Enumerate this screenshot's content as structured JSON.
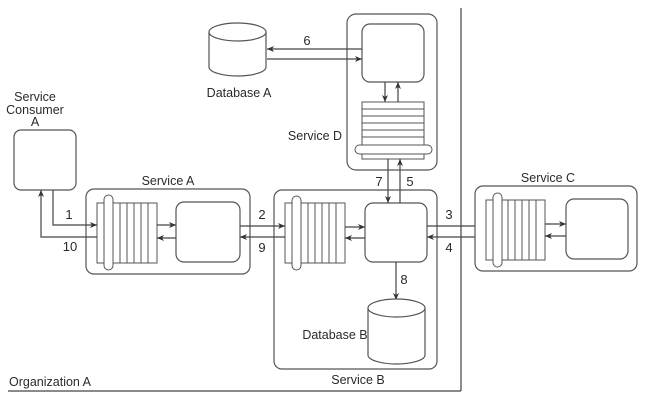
{
  "diagram": {
    "organization": {
      "label": "Organization A"
    },
    "nodes": {
      "consumer": {
        "label_lines": [
          "Service",
          "Consumer",
          "A"
        ]
      },
      "service_a": {
        "label": "Service A"
      },
      "service_b": {
        "label": "Service B"
      },
      "service_c": {
        "label": "Service C"
      },
      "service_d": {
        "label": "Service D"
      },
      "database_a": {
        "label": "Database A"
      },
      "database_b": {
        "label": "Database B"
      }
    },
    "edges": [
      {
        "id": "1",
        "from": "Service Consumer A",
        "to": "Service A"
      },
      {
        "id": "2",
        "from": "Service A",
        "to": "Service B"
      },
      {
        "id": "3",
        "from": "Service B",
        "to": "Service C"
      },
      {
        "id": "4",
        "from": "Service C",
        "to": "Service B"
      },
      {
        "id": "5",
        "from": "Service B",
        "to": "Service D"
      },
      {
        "id": "6",
        "from": "Service D",
        "to": "Database A"
      },
      {
        "id": "7",
        "from": "Service D",
        "to": "Service B"
      },
      {
        "id": "8",
        "from": "Service B",
        "to": "Database B"
      },
      {
        "id": "9",
        "from": "Service B",
        "to": "Service A"
      },
      {
        "id": "10",
        "from": "Service A",
        "to": "Service Consumer A"
      }
    ]
  }
}
